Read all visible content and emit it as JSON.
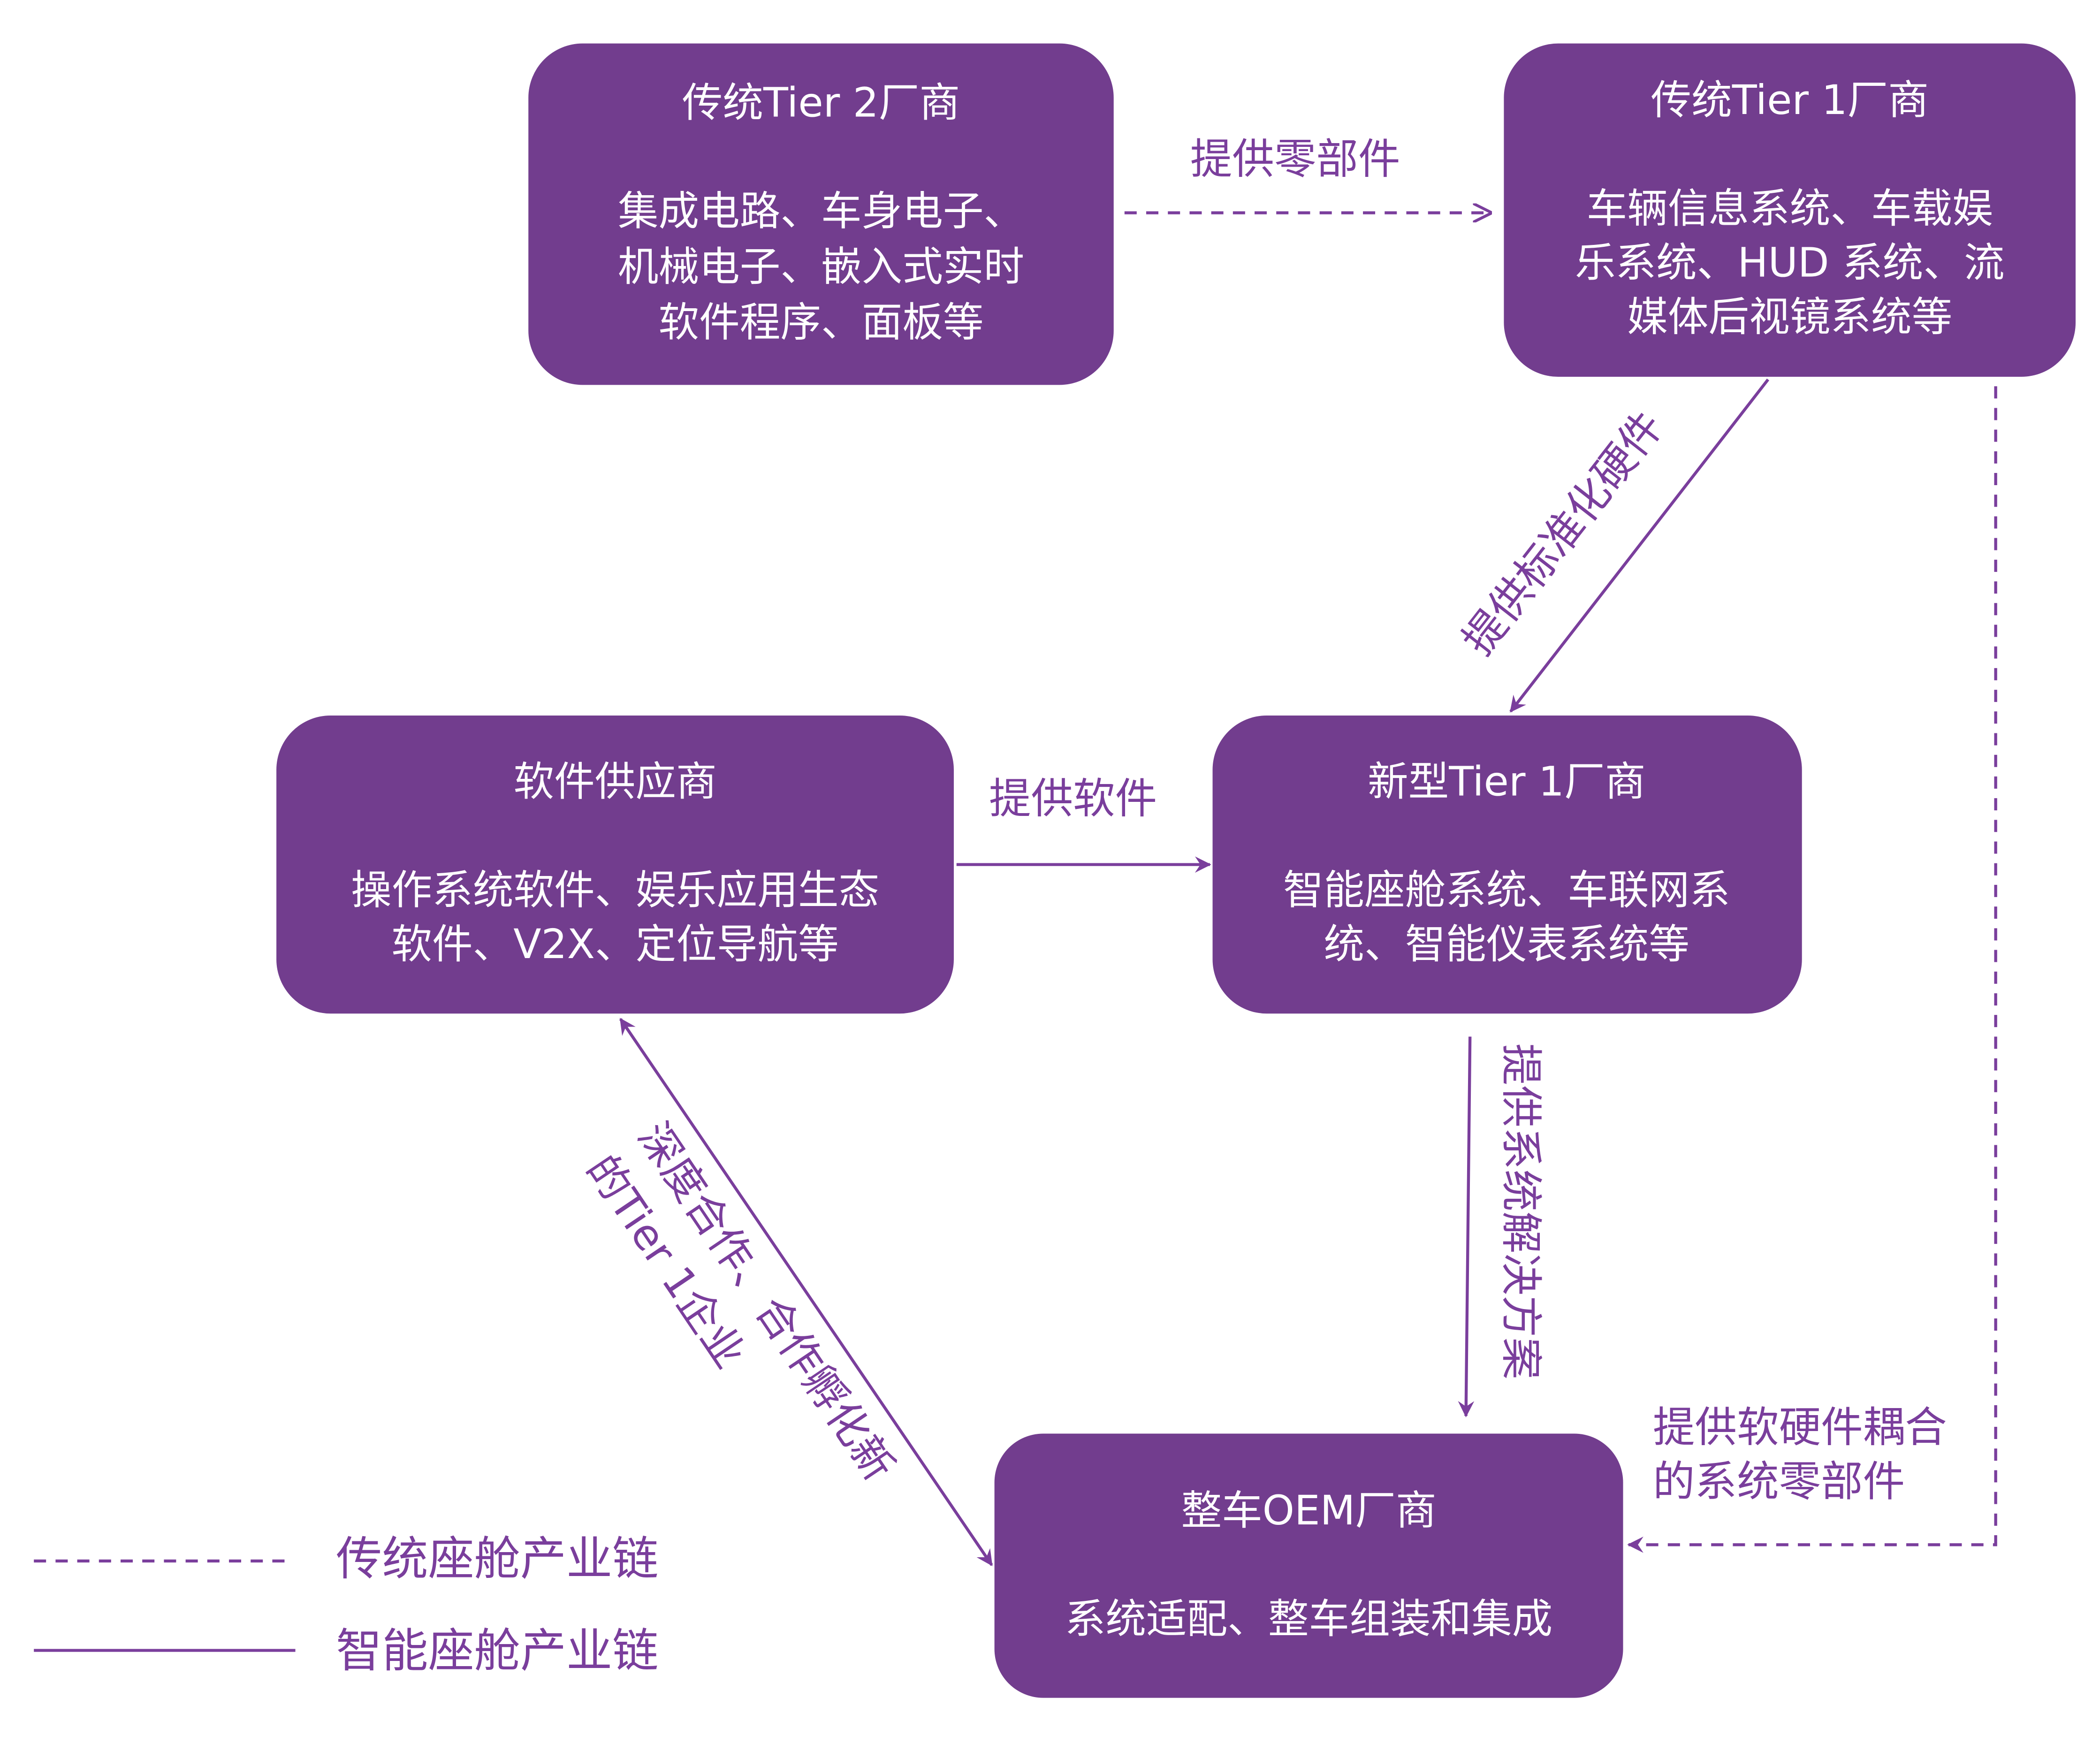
{
  "nodes": {
    "tier2": {
      "title": "传统Tier 2厂商",
      "lines": [
        "集成电路、车身电子、",
        "机械电子、嵌入式实时",
        "软件程序、面板等"
      ]
    },
    "tier1_traditional": {
      "title": "传统Tier 1厂商",
      "lines": [
        "车辆信息系统、车载娱",
        "乐系统、HUD 系统、流",
        "媒体后视镜系统等"
      ]
    },
    "software": {
      "title": "软件供应商",
      "lines": [
        "操作系统软件、娱乐应用生态",
        "软件、V2X、定位导航等"
      ]
    },
    "tier1_new": {
      "title": "新型Tier 1厂商",
      "lines": [
        "智能座舱系统、车联网系",
        "统、智能仪表系统等"
      ]
    },
    "oem": {
      "title": "整车OEM厂商",
      "lines": [
        "系统适配、整车组装和集成"
      ]
    }
  },
  "edges": {
    "tier2_to_tier1": "提供零部件",
    "tier1_to_new": "提供标准化硬件",
    "software_to_new": "提供软件",
    "new_to_oem": "提供系统解决方案",
    "oem_software": [
      "深度合作、合作孵化新",
      "的Tier 1企业"
    ],
    "tier1_to_oem": [
      "提供软硬件耦合",
      "的系统零部件"
    ]
  },
  "legend": {
    "traditional": "传统座舱产业链",
    "smart": "智能座舱产业链"
  },
  "colors": {
    "box": "#723d8e",
    "line": "#7a3e9c"
  }
}
